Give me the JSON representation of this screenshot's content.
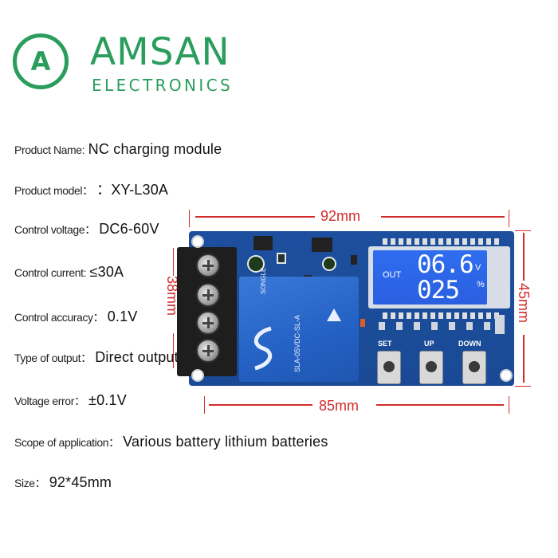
{
  "brand": {
    "logo_letter": "A",
    "name": "AMSAN",
    "subtitle": "ELECTRONICS",
    "color": "#2a9d5c"
  },
  "specs": [
    {
      "label": "Product Name:",
      "value": "NC charging module"
    },
    {
      "label": "Product model：",
      "value": "：XY-L30A"
    },
    {
      "label": "Control voltage：",
      "value": "DC6-60V"
    },
    {
      "label": "Control current:",
      "value": "≤30A"
    },
    {
      "label": "Control accuracy：",
      "value": "0.1V"
    },
    {
      "label": "Type of output：",
      "value": "Direct output"
    },
    {
      "label": "Voltage error：",
      "value": "±0.1V"
    },
    {
      "label": "Scope of application：",
      "value": "Various battery lithium batteries"
    },
    {
      "label": "Size：",
      "value": "92*45mm"
    }
  ],
  "dimensions": {
    "top": "92mm",
    "bottom": "85mm",
    "left": "38mm",
    "right": "45mm",
    "color": "#d32b2b"
  },
  "board": {
    "lcd": {
      "out_label": "OUT",
      "value1": "06.6",
      "unit1": "V",
      "value2": "025",
      "unit2": "%"
    },
    "buttons": [
      "SET",
      "UP",
      "DOWN"
    ],
    "relay_brand": "SONGLE",
    "relay_model": "SLA-05VDC-SL-A"
  }
}
